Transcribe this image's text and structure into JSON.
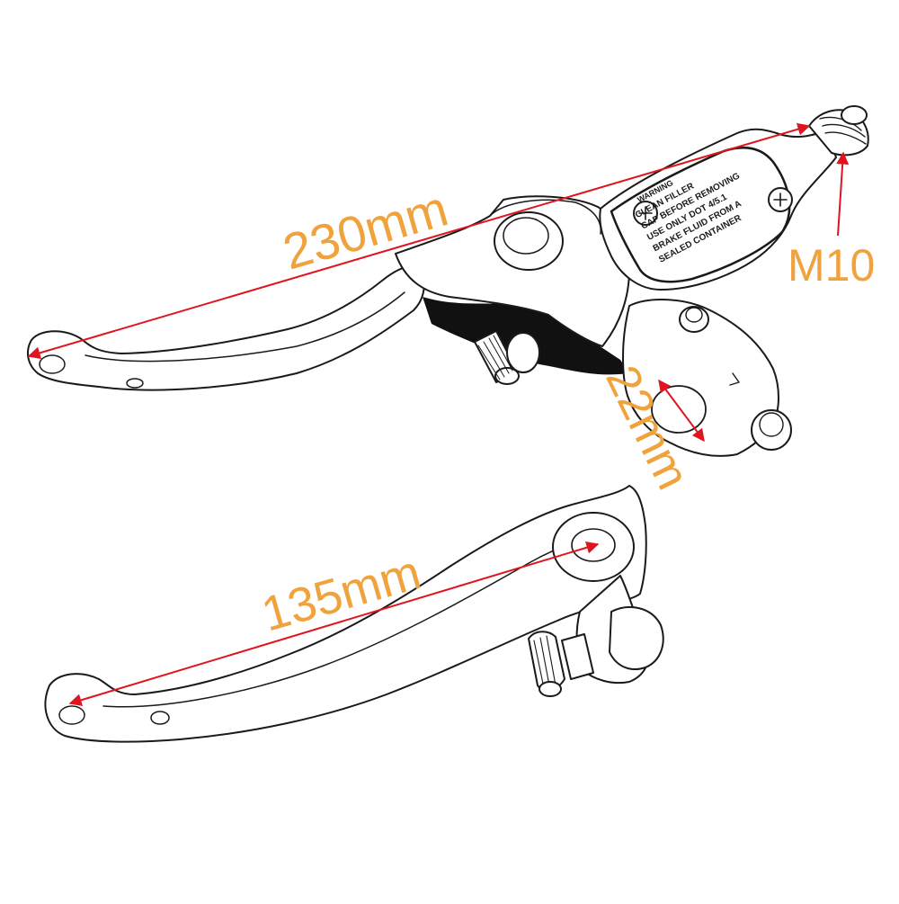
{
  "colors": {
    "outline": "#1a1a1a",
    "shade": "#111111",
    "arrow": "#e0141e",
    "label": "#f0a23c",
    "background": "#ffffff"
  },
  "labels": {
    "overall_length": "230mm",
    "bolt_thread": "M10",
    "clamp_diameter": "22mm",
    "lever_length": "135mm"
  },
  "cap_text": {
    "line1": "WARNING",
    "line2": "CLEAN FILLER",
    "line3": "CAP BEFORE REMOVING",
    "line4": "USE ONLY DOT 4/5.1",
    "line5": "BRAKE FLUID FROM A",
    "line6": "SEALED CONTAINER"
  }
}
